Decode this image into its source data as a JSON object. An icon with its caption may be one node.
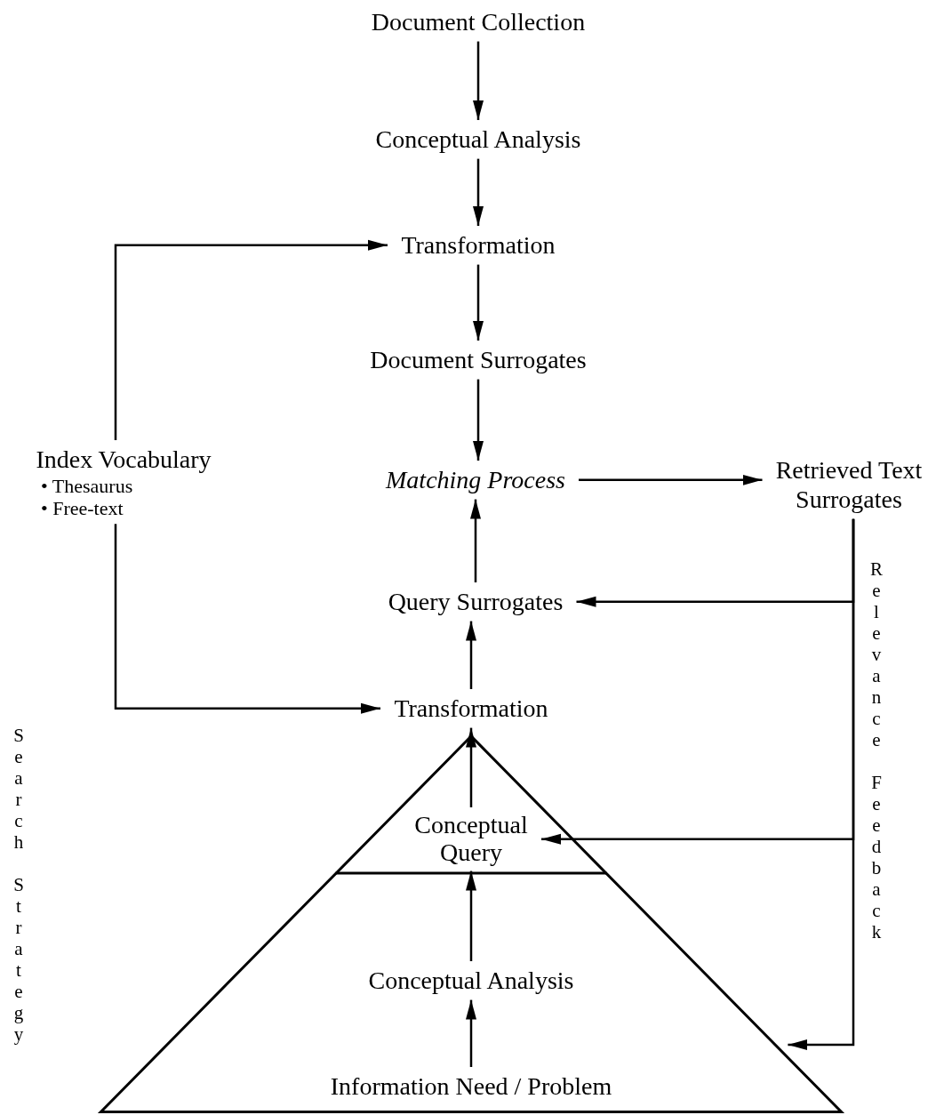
{
  "diagram": {
    "nodes": [
      {
        "text": [
          "Document Collection"
        ]
      },
      {
        "text": [
          "Conceptual Analysis"
        ]
      },
      {
        "text": [
          "Transformation"
        ]
      },
      {
        "text": [
          "Document Surrogates"
        ]
      },
      {
        "text": [
          "Matching Process"
        ]
      },
      {
        "text": [
          "Retrieved Text Surrogates"
        ]
      },
      {
        "text": [
          "Index Vocabulary",
          "• Thesaurus",
          "• Free-text"
        ]
      },
      {
        "text": [
          "Query Surrogates"
        ]
      },
      {
        "text": [
          "Transformation"
        ]
      },
      {
        "text": [],
        "shape": "triangle"
      },
      {
        "text": [
          "Conceptual Query"
        ],
        "in": 9
      },
      {
        "text": [
          "Conceptual Analysis"
        ],
        "in": 9
      },
      {
        "text": [
          "Information Need / Problem"
        ],
        "in": 9
      }
    ],
    "edges": [
      {
        "from": 0,
        "to": 1,
        "arrow": "to"
      },
      {
        "from": 1,
        "to": 2,
        "arrow": "to"
      },
      {
        "from": 2,
        "to": 3,
        "arrow": "to"
      },
      {
        "from": 3,
        "to": 4,
        "arrow": "to"
      },
      {
        "from": 4,
        "to": 5,
        "arrow": "to"
      },
      {
        "from": 7,
        "to": 4,
        "arrow": "to"
      },
      {
        "from": 8,
        "to": 7,
        "arrow": "to"
      },
      {
        "from": 10,
        "to": 8,
        "arrow": "to"
      },
      {
        "from": 11,
        "to": 10,
        "arrow": "to"
      },
      {
        "from": 12,
        "to": 11,
        "arrow": "to"
      },
      {
        "from": 6,
        "to": 2,
        "arrow": "to"
      },
      {
        "from": 6,
        "to": 8,
        "arrow": "to"
      },
      {
        "from": 5,
        "to": 7,
        "arrow": "to"
      },
      {
        "from": 5,
        "to": 10,
        "arrow": "to"
      },
      {
        "from": 5,
        "to": 9,
        "arrow": "to"
      }
    ],
    "labels": [
      "Search Strategy",
      "Relevance Feedback"
    ]
  }
}
